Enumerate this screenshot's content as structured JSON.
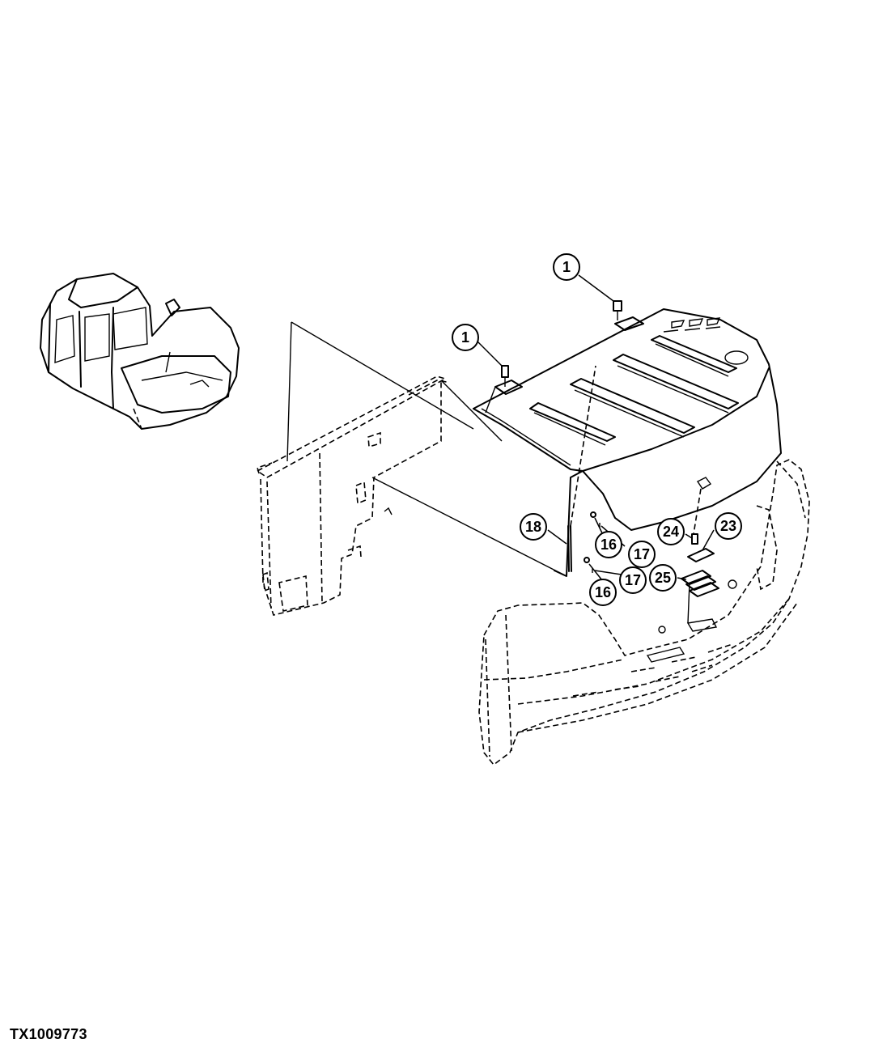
{
  "figure_id": "TX1009773",
  "callouts": [
    {
      "id": "callout-1a",
      "label": "1"
    },
    {
      "id": "callout-1b",
      "label": "1"
    },
    {
      "id": "callout-18",
      "label": "18"
    },
    {
      "id": "callout-16a",
      "label": "16"
    },
    {
      "id": "callout-17a",
      "label": "17"
    },
    {
      "id": "callout-16b",
      "label": "16"
    },
    {
      "id": "callout-17b",
      "label": "17"
    },
    {
      "id": "callout-24",
      "label": "24"
    },
    {
      "id": "callout-23",
      "label": "23"
    },
    {
      "id": "callout-25",
      "label": "25"
    }
  ]
}
